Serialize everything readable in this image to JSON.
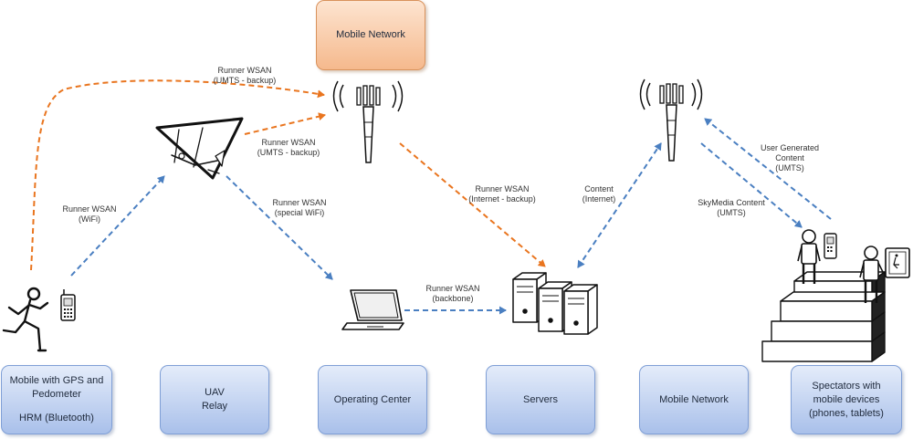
{
  "colors": {
    "orange_link": "#e9751f",
    "blue_link": "#4a7fc1",
    "box_blue_border": "#7f9fd6",
    "box_orange_border": "#d9925c"
  },
  "top_box": {
    "label": "Mobile Network"
  },
  "bottom_boxes": [
    {
      "id": "mobile",
      "lines": [
        "Mobile with GPS and",
        "Pedometer",
        "",
        "HRM (Bluetooth)"
      ]
    },
    {
      "id": "uav",
      "lines": [
        "UAV",
        "Relay"
      ]
    },
    {
      "id": "operating",
      "lines": [
        "Operating Center"
      ]
    },
    {
      "id": "servers",
      "lines": [
        "Servers"
      ]
    },
    {
      "id": "network",
      "lines": [
        "Mobile Network"
      ]
    },
    {
      "id": "spectators",
      "lines": [
        "Spectators with",
        "mobile devices",
        "(phones, tablets)"
      ]
    }
  ],
  "links": [
    {
      "id": "runner-umts",
      "color": "orange",
      "lines": [
        "Runner WSAN",
        "(UMTS - backup)"
      ]
    },
    {
      "id": "uav-umts",
      "color": "orange",
      "lines": [
        "Runner WSAN",
        "(UMTS - backup)"
      ]
    },
    {
      "id": "runner-wifi",
      "color": "blue",
      "lines": [
        "Runner WSAN",
        "(WiFi)"
      ]
    },
    {
      "id": "uav-special-wifi",
      "color": "blue",
      "lines": [
        "Runner WSAN",
        "(special WiFi)"
      ]
    },
    {
      "id": "tower-internet",
      "color": "orange",
      "lines": [
        "Runner WSAN",
        "(Internet - backup)"
      ]
    },
    {
      "id": "backbone",
      "color": "blue",
      "lines": [
        "Runner WSAN",
        "(backbone)"
      ]
    },
    {
      "id": "content-internet",
      "color": "blue",
      "lines": [
        "Content",
        "(Internet)"
      ]
    },
    {
      "id": "user-content",
      "color": "blue",
      "lines": [
        "User Generated",
        "Content",
        "(UMTS)"
      ]
    },
    {
      "id": "skymedia",
      "color": "blue",
      "lines": [
        "SkyMedia Content",
        "(UMTS)"
      ]
    }
  ],
  "icons": [
    "runner-icon",
    "mobile-phone-icon",
    "uav-glider-icon",
    "cell-tower-icon",
    "laptop-icon",
    "server-rack-icon",
    "spectator-person-icon",
    "tablet-icon",
    "stairs-icon"
  ]
}
